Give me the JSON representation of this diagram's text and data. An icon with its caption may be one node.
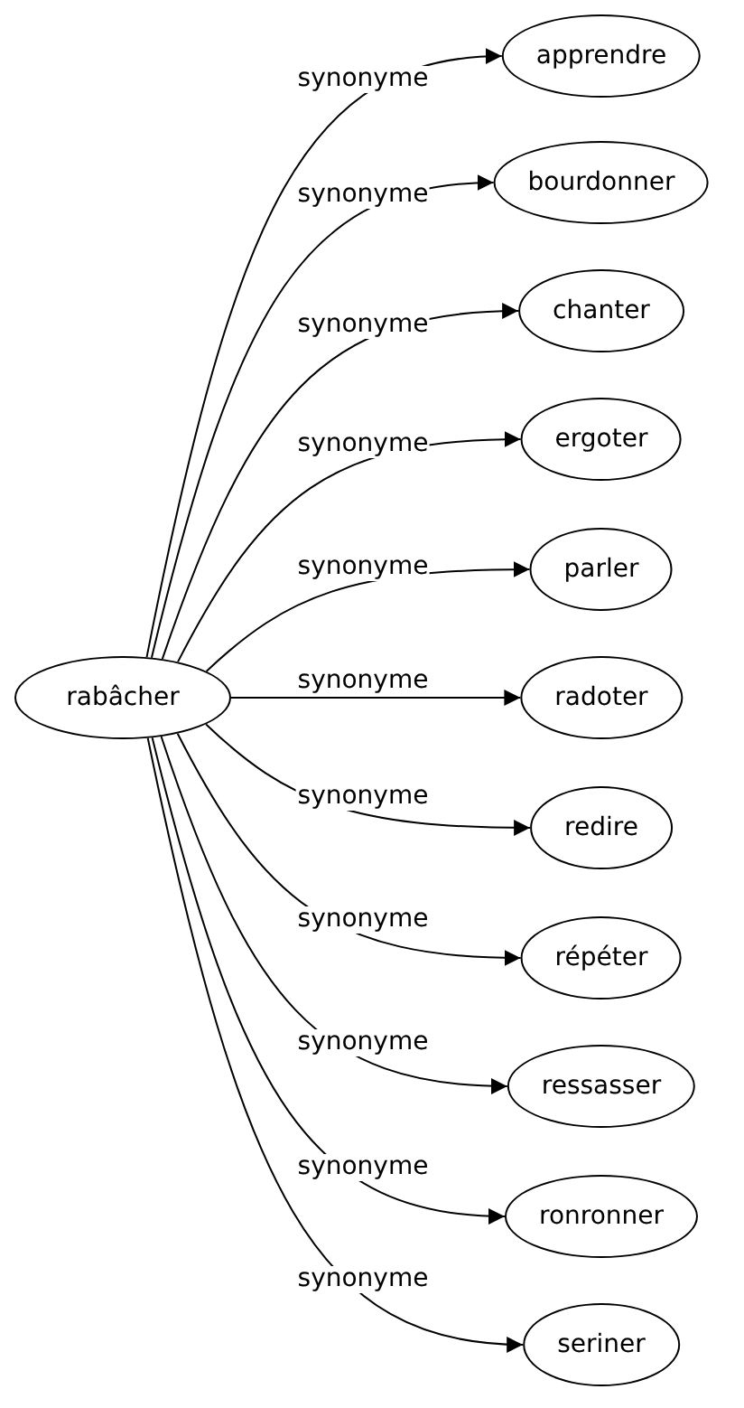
{
  "diagram": {
    "nodes": [
      {
        "text": [
          "rabâcher"
        ]
      },
      {
        "text": [
          "apprendre"
        ]
      },
      {
        "text": [
          "bourdonner"
        ]
      },
      {
        "text": [
          "chanter"
        ]
      },
      {
        "text": [
          "ergoter"
        ]
      },
      {
        "text": [
          "parler"
        ]
      },
      {
        "text": [
          "radoter"
        ]
      },
      {
        "text": [
          "redire"
        ]
      },
      {
        "text": [
          "répéter"
        ]
      },
      {
        "text": [
          "ressasser"
        ]
      },
      {
        "text": [
          "ronronner"
        ]
      },
      {
        "text": [
          "seriner"
        ]
      }
    ],
    "edges": [
      {
        "from": 0,
        "to": 1,
        "arrow": "to",
        "label": "synonyme"
      },
      {
        "from": 0,
        "to": 2,
        "arrow": "to",
        "label": "synonyme"
      },
      {
        "from": 0,
        "to": 3,
        "arrow": "to",
        "label": "synonyme"
      },
      {
        "from": 0,
        "to": 4,
        "arrow": "to",
        "label": "synonyme"
      },
      {
        "from": 0,
        "to": 5,
        "arrow": "to",
        "label": "synonyme"
      },
      {
        "from": 0,
        "to": 6,
        "arrow": "to",
        "label": "synonyme"
      },
      {
        "from": 0,
        "to": 7,
        "arrow": "to",
        "label": "synonyme"
      },
      {
        "from": 0,
        "to": 8,
        "arrow": "to",
        "label": "synonyme"
      },
      {
        "from": 0,
        "to": 9,
        "arrow": "to",
        "label": "synonyme"
      },
      {
        "from": 0,
        "to": 10,
        "arrow": "to",
        "label": "synonyme"
      },
      {
        "from": 0,
        "to": 11,
        "arrow": "to",
        "label": "synonyme"
      }
    ]
  }
}
